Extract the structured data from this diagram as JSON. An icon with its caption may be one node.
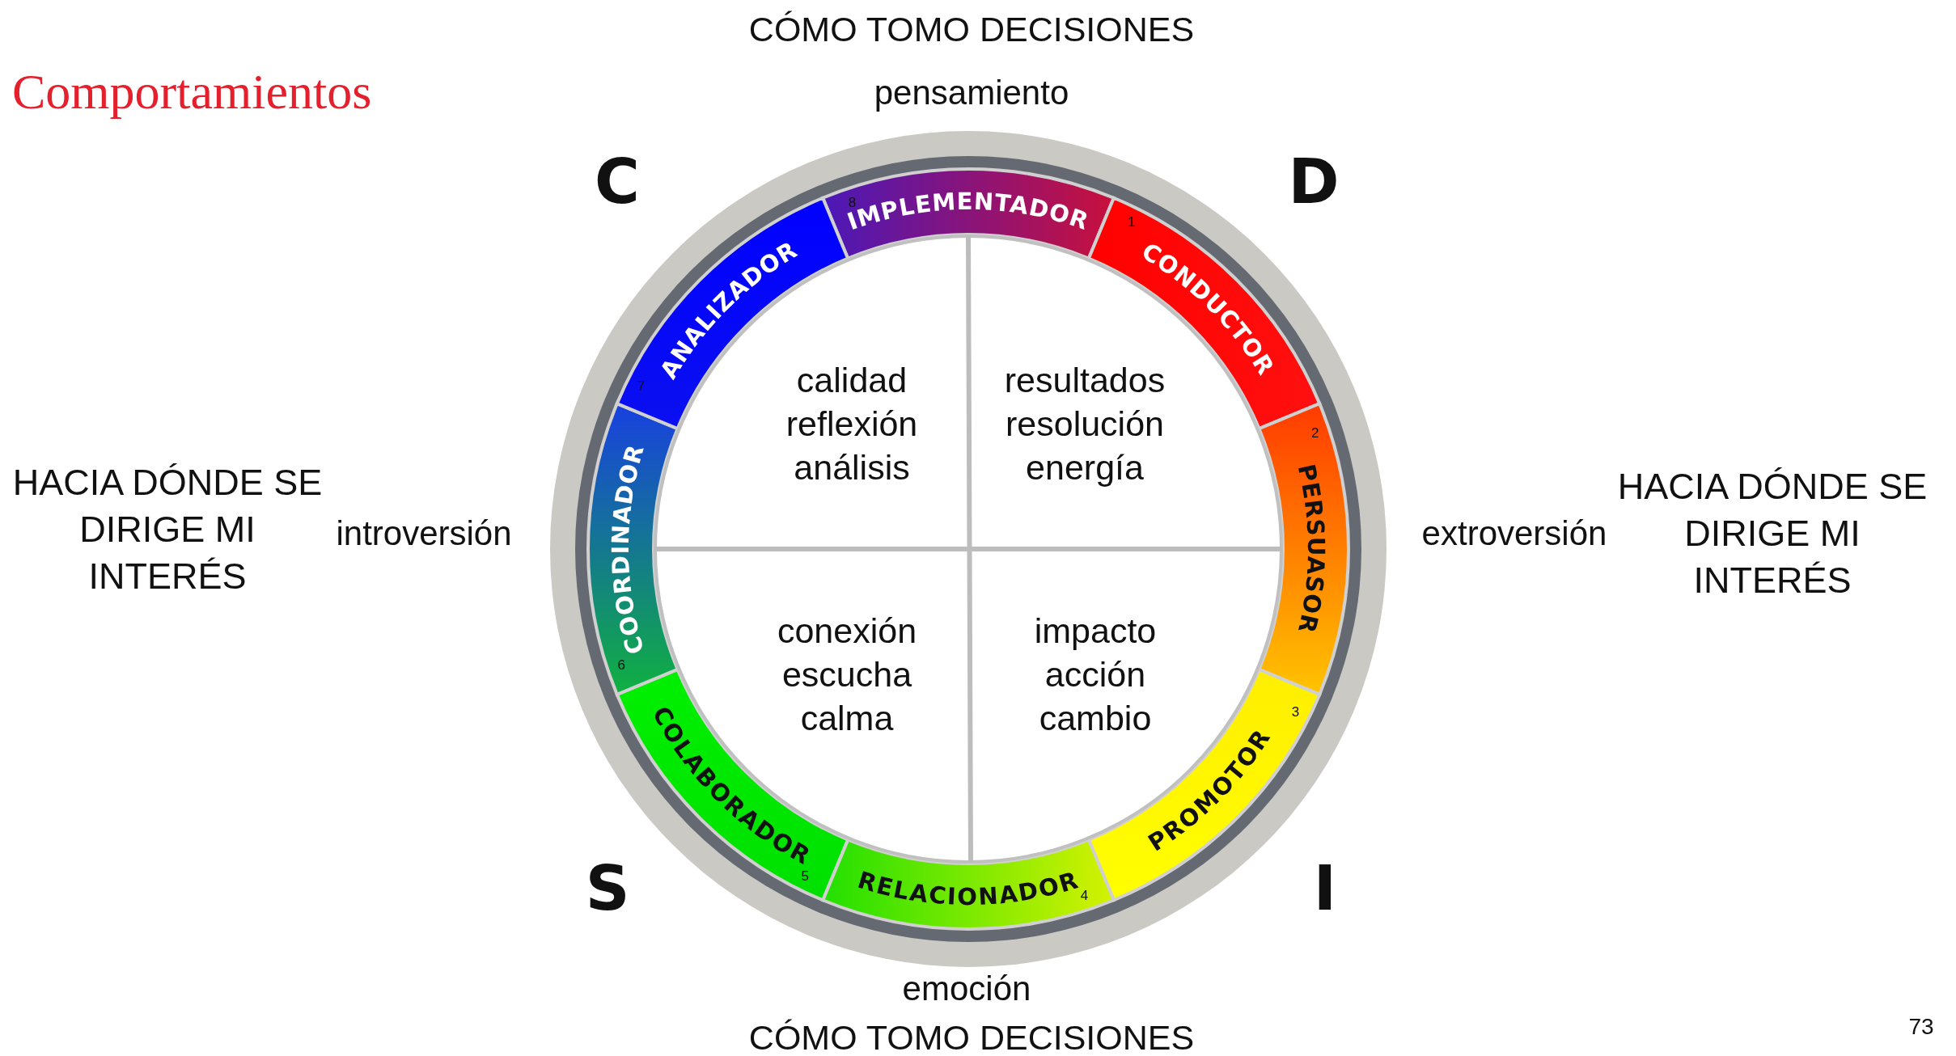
{
  "diagram": {
    "title": "Comportamientos",
    "nodes": [
      {
        "text": [
          "IMPLEMENTADOR",
          "8"
        ]
      },
      {
        "text": [
          "CONDUCTOR",
          "1"
        ]
      },
      {
        "text": [
          "2",
          "PERSUASOR"
        ]
      },
      {
        "text": [
          "PROMOTOR",
          "3"
        ]
      },
      {
        "text": [
          "RELACIONADOR",
          "4"
        ]
      },
      {
        "text": [
          "COLABORADOR",
          "5"
        ]
      },
      {
        "text": [
          "COORDINADOR",
          "6"
        ]
      },
      {
        "text": [
          "ANALIZADOR",
          "7"
        ]
      },
      {
        "text": [
          "calidad reflexión análisis"
        ]
      },
      {
        "text": [
          "resultados resolución energía"
        ]
      },
      {
        "text": [
          "conexión escucha calma"
        ]
      },
      {
        "text": [
          "impacto acción cambio"
        ]
      }
    ],
    "labels": [
      "CÓMO TOMO DECISIONES",
      "pensamiento",
      "C",
      "D",
      "HACIA DÓNDE SE DIRIGE MI INTERÉS",
      "introversión",
      "extroversión",
      "HACIA DÓNDE SE DIRIGE MI INTERÉS",
      "S",
      "I",
      "emoción",
      "CÓMO TOMO DECISIONES",
      "73"
    ]
  }
}
